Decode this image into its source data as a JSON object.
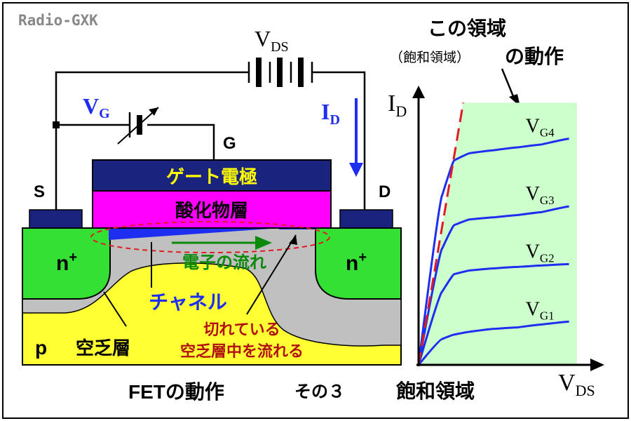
{
  "brand": "Radio-GXK",
  "caption": {
    "left": "FETの動作",
    "middle": "その３",
    "right": "飽和領域"
  },
  "circuit": {
    "vds_main": "V",
    "vds_sub": "DS",
    "vg_main": "V",
    "vg_sub": "G",
    "id_main": "I",
    "id_sub": "D",
    "gate_label": "G",
    "source_label": "S",
    "drain_label": "D"
  },
  "device": {
    "gate_electrode": "ゲート電極",
    "oxide_layer": "酸化物層",
    "n_plus_left": "n",
    "n_plus_right": "n",
    "n_plus_sup": "+",
    "p_label": "p",
    "depletion_label": "空乏層",
    "channel_label": "チャネル",
    "electron_flow": "電子の流れ",
    "note_line1": "切れている",
    "note_line2": "空乏層中を流れる"
  },
  "annotation": {
    "title_line1": "この領域",
    "title_line2_paren": "（飽和領域）",
    "title_line2": "の動作"
  },
  "chart_data": {
    "type": "line",
    "xlabel_main": "V",
    "xlabel_sub": "DS",
    "ylabel_main": "I",
    "ylabel_sub": "D",
    "series": [
      {
        "name_main": "V",
        "name_sub": "G1",
        "values": [
          0.0,
          0.9,
          1.05,
          1.15,
          1.25,
          1.3,
          1.4,
          1.5
        ]
      },
      {
        "name_main": "V",
        "name_sub": "G2",
        "values": [
          0.0,
          2.55,
          3.15,
          3.28,
          3.35,
          3.4,
          3.45,
          3.5
        ]
      },
      {
        "name_main": "V",
        "name_sub": "G3",
        "values": [
          0.0,
          4.05,
          4.85,
          5.05,
          5.12,
          5.2,
          5.3,
          5.5
        ]
      },
      {
        "name_main": "V",
        "name_sub": "G4",
        "values": [
          0.0,
          5.9,
          7.1,
          7.35,
          7.45,
          7.55,
          7.65,
          7.85
        ]
      }
    ],
    "x": [
      0.0,
      1.2,
      1.8,
      2.6,
      3.8,
      5.0,
      6.2,
      7.6
    ],
    "xlim": [
      0,
      8.5
    ],
    "ylim": [
      0,
      9.5
    ],
    "saturation_region_color": "#ccffcc",
    "curve_color": "#1e2ef0",
    "boundary_color": "#e11b22",
    "grid": false
  },
  "colors": {
    "gate": "#1a237e",
    "oxide": "#ff00ff",
    "n_plus": "#33e033",
    "p_substrate": "#ffff33",
    "depletion": "#c0c0c0",
    "channel": "#1e2ef0",
    "electron_arrow": "#0a8a0a",
    "note": "#b01010",
    "gate_text": "#ffff00"
  }
}
